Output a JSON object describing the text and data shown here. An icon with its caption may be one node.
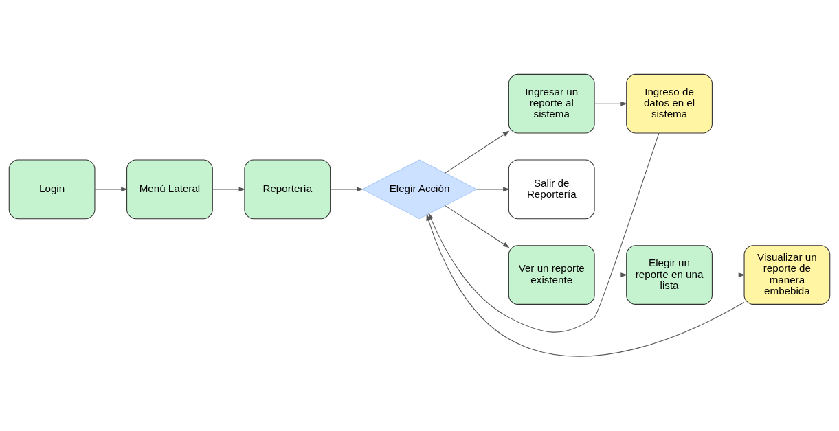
{
  "diagram": {
    "nodes": [
      {
        "text": [
          "Login"
        ]
      },
      {
        "text": [
          "Menú Lateral"
        ]
      },
      {
        "text": [
          "Reportería"
        ]
      },
      {
        "text": [
          "Elegir Acción"
        ]
      },
      {
        "text": [
          "Ingresar un reporte al sistema"
        ]
      },
      {
        "text": [
          "Ingreso de datos en el sistema"
        ]
      },
      {
        "text": [
          "Salir de Reportería"
        ]
      },
      {
        "text": [
          "Ver un reporte existente"
        ]
      },
      {
        "text": [
          "Elegir un reporte en una lista"
        ]
      },
      {
        "text": [
          "Visualizar un reporte de manera embebida"
        ]
      }
    ],
    "edges": [
      {
        "from": 0,
        "to": 1,
        "arrow": "to"
      },
      {
        "from": 1,
        "to": 2,
        "arrow": "to"
      },
      {
        "from": 2,
        "to": 3,
        "arrow": "to"
      },
      {
        "from": 3,
        "to": 4,
        "arrow": "to"
      },
      {
        "from": 4,
        "to": 5,
        "arrow": "to"
      },
      {
        "from": 5,
        "to": 3,
        "arrow": "to"
      },
      {
        "from": 3,
        "to": 6,
        "arrow": "to"
      },
      {
        "from": 3,
        "to": 7,
        "arrow": "to"
      },
      {
        "from": 7,
        "to": 8,
        "arrow": "to"
      },
      {
        "from": 8,
        "to": 9,
        "arrow": "to"
      },
      {
        "from": 9,
        "to": 3,
        "arrow": "to"
      }
    ]
  }
}
